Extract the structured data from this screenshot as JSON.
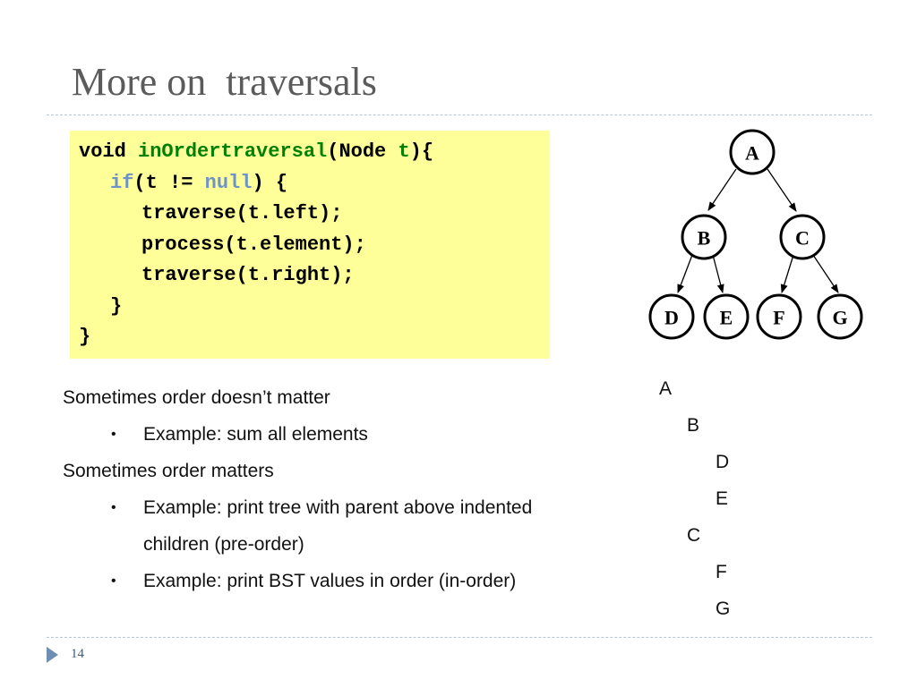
{
  "slide": {
    "title": "More on  traversals",
    "page_number": "14"
  },
  "code": {
    "line1": {
      "a": "void ",
      "fn": "inOrdertraversal",
      "b": "(Node ",
      "param": "t",
      "c": "){"
    },
    "line2": {
      "kw": "if",
      "a": "(t != ",
      "nul": "null",
      "b": ") {"
    },
    "line3": "traverse(t.left);",
    "line4": "process(t.element);",
    "line5": "traverse(t.right);",
    "line6": "}",
    "line7": "}"
  },
  "bullets": [
    {
      "text": "Sometimes order doesn’t matter"
    },
    {
      "text": "Example: sum all elements"
    },
    {
      "text": "Sometimes order matters"
    },
    {
      "text": "Example: print tree with parent above indented children (pre-order)"
    },
    {
      "text": "Example: print BST values in order (in-order)"
    }
  ],
  "bullet_marker": "•",
  "tree": {
    "nodes": [
      "A",
      "B",
      "C",
      "D",
      "E",
      "F",
      "G"
    ]
  },
  "trace": [
    "A",
    "B",
    "D",
    "E",
    "C",
    "F",
    "G"
  ],
  "colors": {
    "code_background": "#ffff99",
    "keyword_green": "#008000",
    "keyword_blue": "#6e93c9",
    "title_gray": "#5b5b5b"
  }
}
